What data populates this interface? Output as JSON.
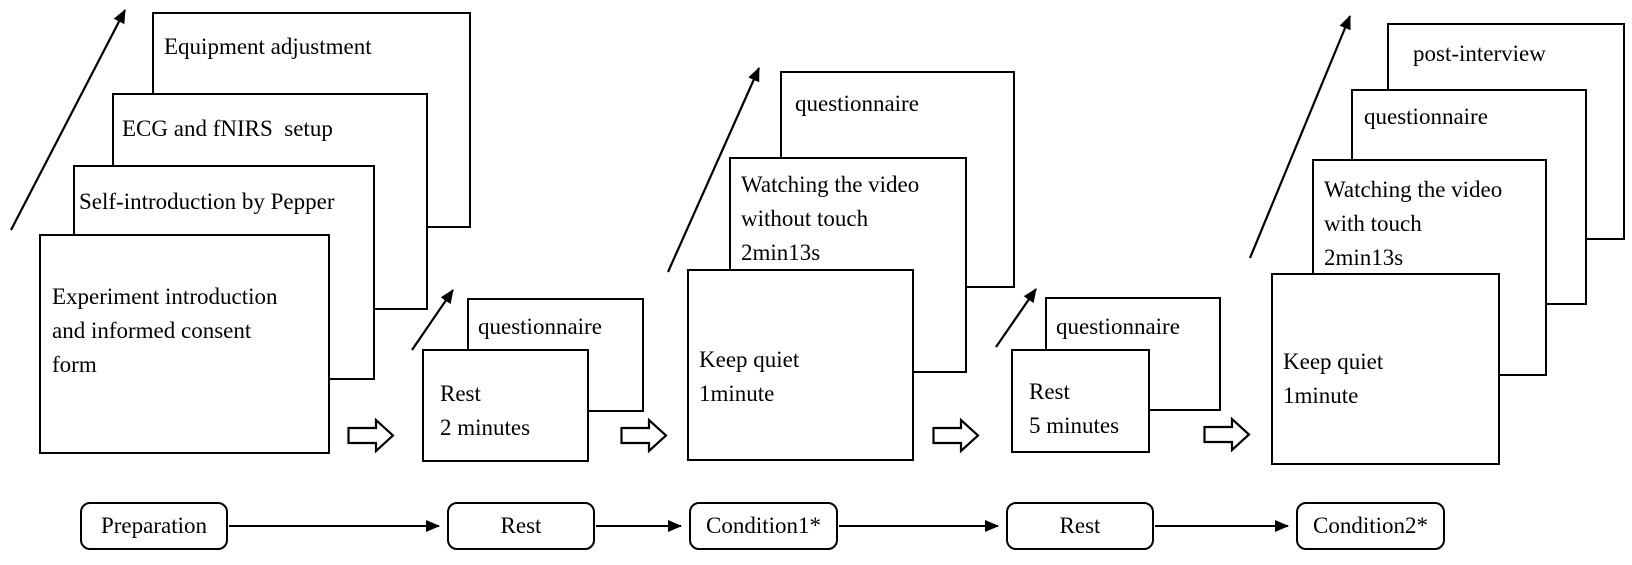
{
  "diagram": {
    "colors": {
      "stroke": "#000000",
      "background": "#ffffff"
    },
    "groups": [
      {
        "id": "preparation",
        "cards": [
          {
            "label": "Equipment adjustment"
          },
          {
            "label": "ECG and fNIRS  setup"
          },
          {
            "label": "Self-introduction by Pepper"
          },
          {
            "label": "Experiment introduction\nand informed consent\nform"
          }
        ]
      },
      {
        "id": "rest-1",
        "cards": [
          {
            "label": "questionnaire"
          },
          {
            "label": "Rest\n2 minutes"
          }
        ]
      },
      {
        "id": "condition-1",
        "cards": [
          {
            "label": "questionnaire"
          },
          {
            "label": "Watching the video\nwithout touch\n2min13s"
          },
          {
            "label": "Keep quiet\n1minute"
          }
        ]
      },
      {
        "id": "rest-2",
        "cards": [
          {
            "label": "questionnaire"
          },
          {
            "label": "Rest\n5 minutes"
          }
        ]
      },
      {
        "id": "condition-2",
        "cards": [
          {
            "label": "post-interview"
          },
          {
            "label": "questionnaire"
          },
          {
            "label": "Watching the video\nwith touch\n2min13s"
          },
          {
            "label": "Keep quiet\n1minute"
          }
        ]
      }
    ],
    "timeline": [
      {
        "label": "Preparation"
      },
      {
        "label": "Rest"
      },
      {
        "label": "Condition1*"
      },
      {
        "label": "Rest"
      },
      {
        "label": "Condition2*"
      }
    ]
  }
}
